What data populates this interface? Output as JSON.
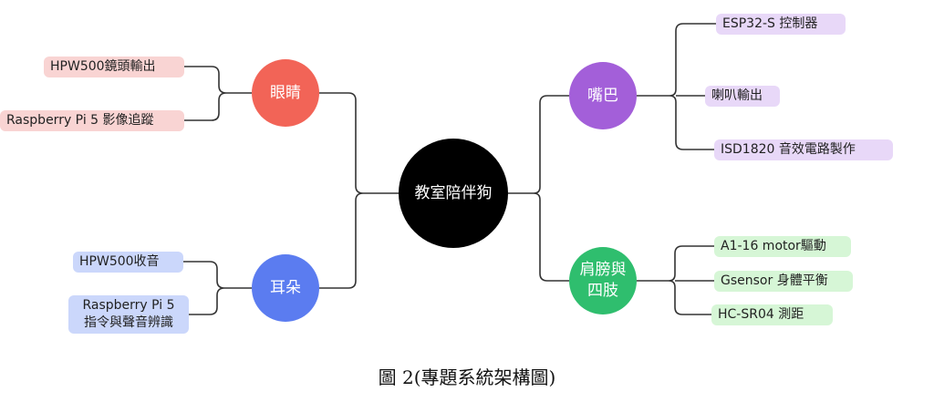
{
  "center": {
    "label": "教室陪伴狗",
    "color": "#000000"
  },
  "branches": {
    "eyes": {
      "label": "眼睛",
      "color": "#f26457",
      "leaves": [
        "HPW500鏡頭輸出",
        "Raspberry Pi 5 影像追蹤"
      ]
    },
    "ears": {
      "label": "耳朵",
      "color": "#5b7cf0",
      "leaves": [
        "HPW500收音",
        "Raspberry Pi 5",
        "指令與聲音辨識"
      ]
    },
    "mouth": {
      "label": "嘴巴",
      "color": "#a35fd9",
      "leaves": [
        "ESP32-S 控制器",
        "喇叭輸出",
        "ISD1820  音效電路製作"
      ]
    },
    "limbs": {
      "label_line1": "肩膀與",
      "label_line2": "四肢",
      "color": "#2fbe6e",
      "leaves": [
        "A1-16  motor驅動",
        "Gsensor 身體平衡",
        "HC-SR04  測距"
      ]
    }
  },
  "caption": "圖  2(專題系統架構圖)"
}
